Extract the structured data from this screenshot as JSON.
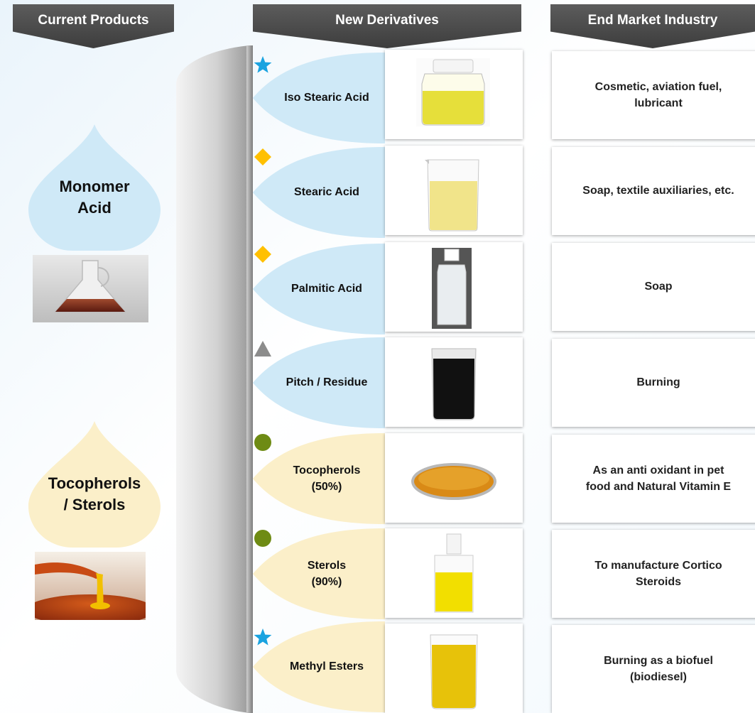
{
  "headers": {
    "current_products": "Current Products",
    "new_derivatives": "New Derivatives",
    "end_market": "End Market Industry"
  },
  "current_products": [
    {
      "label": "Monomer\nAcid",
      "color": "#cfe9f7",
      "photo": "red-brown-liquid-flask"
    },
    {
      "label": "Tocopherols\n/ Sterols",
      "color": "#fbefc9",
      "photo": "golden-oil-drip"
    }
  ],
  "derivatives": [
    {
      "name": "Iso Stearic Acid",
      "marker": "star",
      "marker_color": "#1aa3e0",
      "leaf_color": "#cfe9f7",
      "image": "clear-yellow-jar",
      "market": "Cosmetic, aviation fuel,\nlubricant"
    },
    {
      "name": "Stearic Acid",
      "marker": "diamond",
      "marker_color": "#ffc000",
      "leaf_color": "#cfe9f7",
      "image": "pale-yellow-beaker",
      "market": "Soap, textile auxiliaries, etc."
    },
    {
      "name": "Palmitic Acid",
      "marker": "diamond",
      "marker_color": "#ffc000",
      "leaf_color": "#cfe9f7",
      "image": "white-bottle",
      "market": "Soap"
    },
    {
      "name": "Pitch / Residue",
      "marker": "triangle",
      "marker_color": "#8c8c8c",
      "leaf_color": "#cfe9f7",
      "image": "black-liquid-beaker",
      "market": "Burning"
    },
    {
      "name": "Tocopherols\n(50%)",
      "marker": "circle",
      "marker_color": "#6e8b14",
      "leaf_color": "#fbefc9",
      "image": "amber-petri-dish",
      "market": "As an anti oxidant in pet\nfood and Natural Vitamin E"
    },
    {
      "name": "Sterols\n(90%)",
      "marker": "circle",
      "marker_color": "#6e8b14",
      "leaf_color": "#fbefc9",
      "image": "yellow-oil-bottle",
      "market": "To manufacture Cortico\nSteroids"
    },
    {
      "name": "Methyl Esters",
      "marker": "star",
      "marker_color": "#1aa3e0",
      "leaf_color": "#fbefc9",
      "image": "golden-beaker",
      "market": "Burning as a biofuel\n(biodiesel)"
    }
  ]
}
